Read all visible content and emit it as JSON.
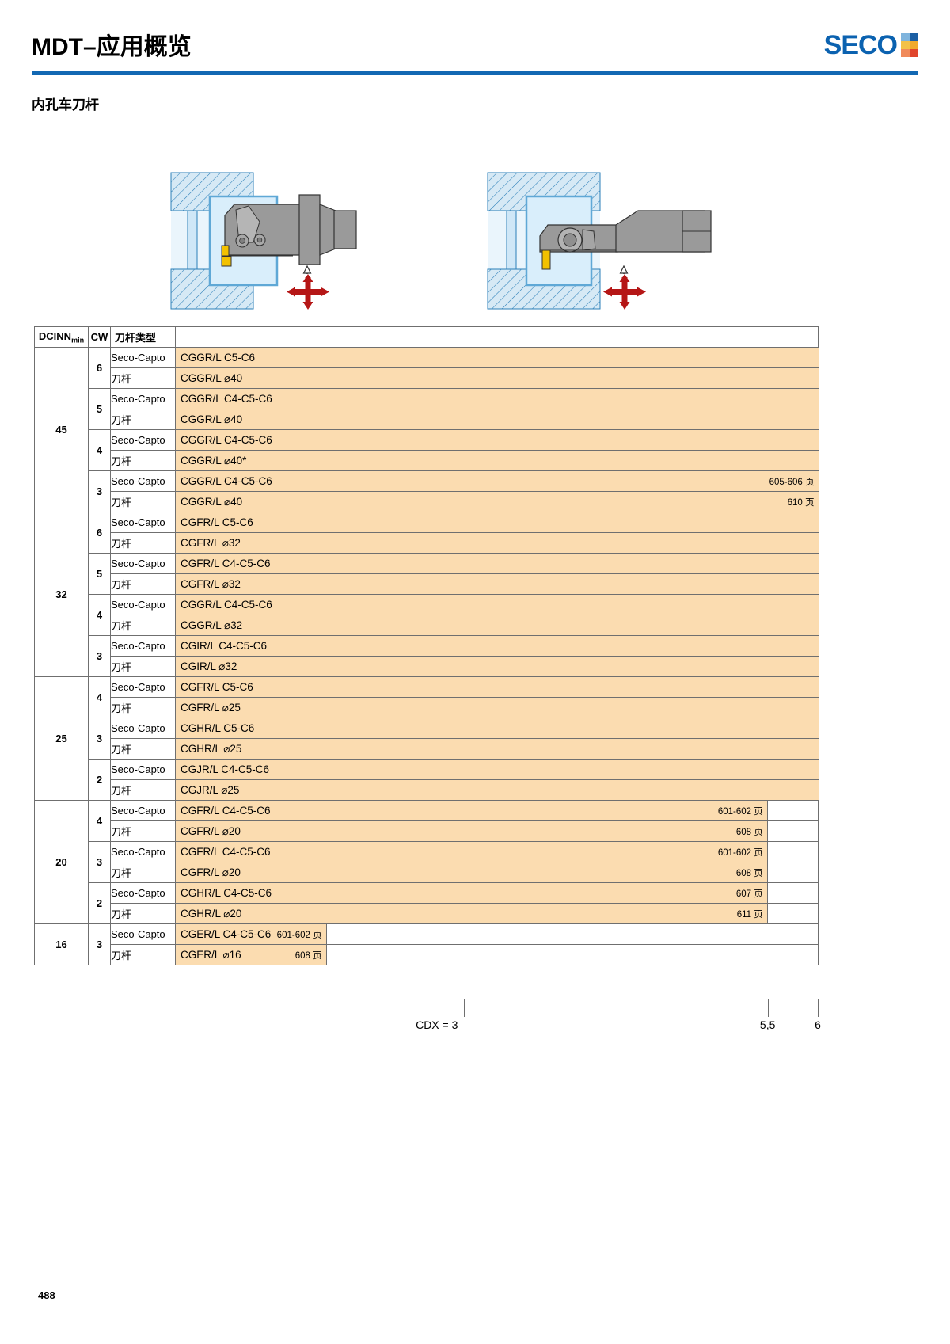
{
  "header": {
    "title_prefix": "MDT",
    "title_dash": "–",
    "title_cn": "应用概览",
    "brand": "SECO",
    "brand_color": "#0b62b0",
    "rule_color": "#1268b3",
    "logo_swatches": [
      "#7fb4dd",
      "#1b5fa4",
      "#f2c14a",
      "#f0aa2c",
      "#f08a5a",
      "#e0452c"
    ]
  },
  "section": {
    "title": "内孔车刀杆"
  },
  "figures": {
    "left": {
      "name": "boring-bar-capto-figure",
      "caption": ""
    },
    "right": {
      "name": "boring-bar-shank-figure",
      "caption": ""
    }
  },
  "table": {
    "headers": {
      "dcinn": "DCINN",
      "dcinn_sub": "min",
      "cw": "CW",
      "type": "刀杆类型"
    },
    "bar_color": "#fbdcb0",
    "page_unit": "页",
    "groups": [
      {
        "dcinn": "45",
        "cw_blocks": [
          {
            "cw": "6",
            "rows": [
              {
                "type": "Seco-Capto",
                "designation": "CGGR/L C5-C6",
                "page": "",
                "bar_pct": 100,
                "open": true
              },
              {
                "type": "刀杆",
                "designation": "CGGR/L ⌀40",
                "page": "",
                "bar_pct": 100,
                "open": true
              }
            ]
          },
          {
            "cw": "5",
            "rows": [
              {
                "type": "Seco-Capto",
                "designation": "CGGR/L C4-C5-C6",
                "page": "",
                "bar_pct": 100,
                "open": true
              },
              {
                "type": "刀杆",
                "designation": "CGGR/L ⌀40",
                "page": "",
                "bar_pct": 100,
                "open": true
              }
            ]
          },
          {
            "cw": "4",
            "rows": [
              {
                "type": "Seco-Capto",
                "designation": "CGGR/L C4-C5-C6",
                "page": "",
                "bar_pct": 100,
                "open": true
              },
              {
                "type": "刀杆",
                "designation": "CGGR/L ⌀40*",
                "page": "",
                "bar_pct": 100,
                "open": true
              }
            ]
          },
          {
            "cw": "3",
            "rows": [
              {
                "type": "Seco-Capto",
                "designation": "CGGR/L C4-C5-C6",
                "page": "605-606",
                "bar_pct": 100,
                "open": true
              },
              {
                "type": "刀杆",
                "designation": "CGGR/L ⌀40",
                "page": "610",
                "bar_pct": 100,
                "open": true
              }
            ]
          }
        ]
      },
      {
        "dcinn": "32",
        "cw_blocks": [
          {
            "cw": "6",
            "rows": [
              {
                "type": "Seco-Capto",
                "designation": "CGFR/L C5-C6",
                "page": "",
                "bar_pct": 100,
                "open": true
              },
              {
                "type": "刀杆",
                "designation": "CGFR/L ⌀32",
                "page": "",
                "bar_pct": 100,
                "open": true
              }
            ]
          },
          {
            "cw": "5",
            "rows": [
              {
                "type": "Seco-Capto",
                "designation": "CGFR/L C4-C5-C6",
                "page": "",
                "bar_pct": 100,
                "open": true
              },
              {
                "type": "刀杆",
                "designation": "CGFR/L ⌀32",
                "page": "",
                "bar_pct": 100,
                "open": true
              }
            ]
          },
          {
            "cw": "4",
            "rows": [
              {
                "type": "Seco-Capto",
                "designation": "CGGR/L C4-C5-C6",
                "page": "",
                "bar_pct": 100,
                "open": true
              },
              {
                "type": "刀杆",
                "designation": "CGGR/L ⌀32",
                "page": "",
                "bar_pct": 100,
                "open": true
              }
            ]
          },
          {
            "cw": "3",
            "rows": [
              {
                "type": "Seco-Capto",
                "designation": "CGIR/L  C4-C5-C6",
                "page": "",
                "bar_pct": 100,
                "open": true
              },
              {
                "type": "刀杆",
                "designation": "CGIR/L ⌀32",
                "page": "",
                "bar_pct": 100,
                "open": true
              }
            ]
          }
        ]
      },
      {
        "dcinn": "25",
        "cw_blocks": [
          {
            "cw": "4",
            "rows": [
              {
                "type": "Seco-Capto",
                "designation": "CGFR/L C5-C6",
                "page": "",
                "bar_pct": 100,
                "open": true
              },
              {
                "type": "刀杆",
                "designation": "CGFR/L ⌀25",
                "page": "",
                "bar_pct": 100,
                "open": true
              }
            ]
          },
          {
            "cw": "3",
            "rows": [
              {
                "type": "Seco-Capto",
                "designation": "CGHR/L C5-C6",
                "page": "",
                "bar_pct": 100,
                "open": true
              },
              {
                "type": "刀杆",
                "designation": "CGHR/L ⌀25",
                "page": "",
                "bar_pct": 100,
                "open": true
              }
            ]
          },
          {
            "cw": "2",
            "rows": [
              {
                "type": "Seco-Capto",
                "designation": "CGJR/L C4-C5-C6",
                "page": "",
                "bar_pct": 100,
                "open": true
              },
              {
                "type": "刀杆",
                "designation": "CGJR/L ⌀25",
                "page": "",
                "bar_pct": 100,
                "open": true
              }
            ]
          }
        ]
      },
      {
        "dcinn": "20",
        "cw_blocks": [
          {
            "cw": "4",
            "rows": [
              {
                "type": "Seco-Capto",
                "designation": "CGFR/L C4-C5-C6",
                "page": "601-602",
                "bar_pct": 92.2,
                "open": false
              },
              {
                "type": "刀杆",
                "designation": "CGFR/L ⌀20",
                "page": "608",
                "bar_pct": 92.2,
                "open": false
              }
            ]
          },
          {
            "cw": "3",
            "rows": [
              {
                "type": "Seco-Capto",
                "designation": "CGFR/L C4-C5-C6",
                "page": "601-602",
                "bar_pct": 92.2,
                "open": false
              },
              {
                "type": "刀杆",
                "designation": "CGFR/L ⌀20",
                "page": "608",
                "bar_pct": 92.2,
                "open": false
              }
            ]
          },
          {
            "cw": "2",
            "rows": [
              {
                "type": "Seco-Capto",
                "designation": "CGHR/L C4-C5-C6",
                "page": "607",
                "bar_pct": 92.2,
                "open": false
              },
              {
                "type": "刀杆",
                "designation": "CGHR/L ⌀20",
                "page": "611",
                "bar_pct": 92.2,
                "open": false
              }
            ]
          }
        ]
      },
      {
        "dcinn": "16",
        "cw_blocks": [
          {
            "cw": "3",
            "rows": [
              {
                "type": "Seco-Capto",
                "designation": "CGER/L C4-C5-C6",
                "page": "601-602",
                "bar_pct": 23.5,
                "open": false
              },
              {
                "type": "刀杆",
                "designation": "CGER/L ⌀16",
                "page": "608",
                "bar_pct": 23.5,
                "open": false
              }
            ]
          }
        ]
      }
    ]
  },
  "axis": {
    "label_left": "CDX = 3",
    "ticks": [
      {
        "label": "CDX = 3",
        "pos_pct": 45.0
      },
      {
        "label": "5,5",
        "pos_pct": 92.2
      },
      {
        "label": "6",
        "pos_pct": 100.0
      }
    ]
  },
  "footer": {
    "folio": "488"
  }
}
